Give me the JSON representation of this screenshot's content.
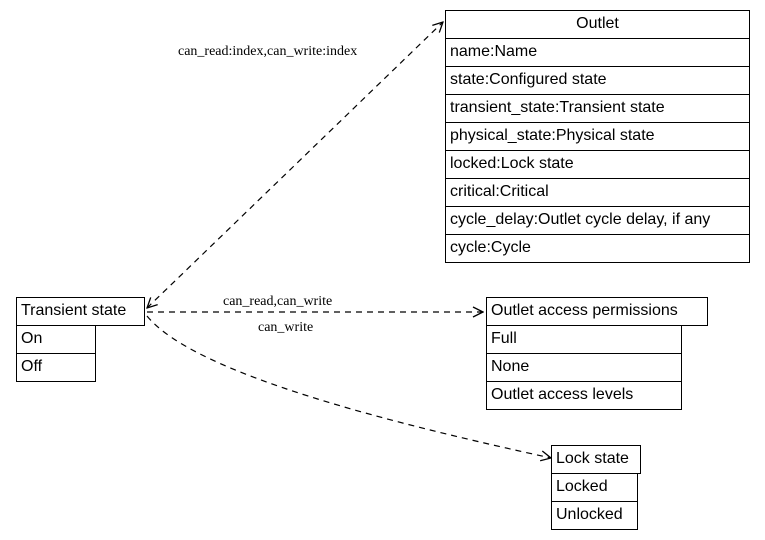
{
  "nodes": {
    "outlet": {
      "title": "Outlet",
      "fields": [
        "name:Name",
        "state:Configured state",
        "transient_state:Transient state",
        "physical_state:Physical state",
        "locked:Lock state",
        "critical:Critical",
        "cycle_delay:Outlet cycle delay, if any",
        "cycle:Cycle"
      ]
    },
    "transient_state": {
      "title": "Transient state",
      "fields": [
        "On",
        "Off"
      ]
    },
    "outlet_access_permissions": {
      "title": "Outlet access permissions",
      "fields": [
        "Full",
        "None",
        "Outlet access levels"
      ]
    },
    "lock_state": {
      "title": "Lock state",
      "fields": [
        "Locked",
        "Unlocked"
      ]
    }
  },
  "edges": [
    {
      "from": "transient_state",
      "to": "outlet",
      "label": "can_read:index,can_write:index"
    },
    {
      "from": "transient_state",
      "to": "outlet_access_permissions",
      "label": "can_read,can_write"
    },
    {
      "from": "transient_state",
      "to": "lock_state",
      "label": "can_write"
    }
  ]
}
